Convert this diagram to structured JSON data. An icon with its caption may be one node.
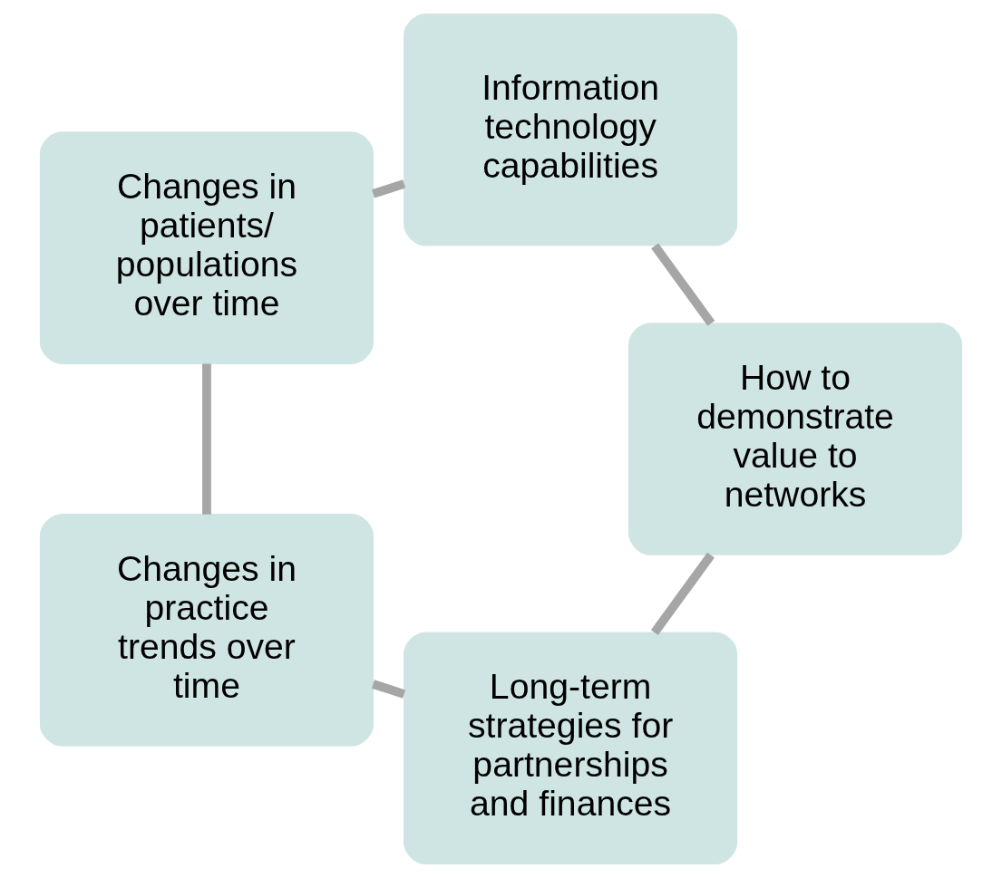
{
  "diagram": {
    "nodes": [
      {
        "text": [
          "Long-term strategies for partnerships and finances"
        ]
      },
      {
        "text": [
          "Changes in practice trends over time"
        ]
      },
      {
        "text": [
          "Changes in patients/ populations over time"
        ]
      },
      {
        "text": [
          "Information technology capabilities"
        ]
      },
      {
        "text": [
          "How to demonstrate value to networks"
        ]
      }
    ],
    "edges": [
      {
        "from": 0,
        "to": 1,
        "arrow": "none"
      },
      {
        "from": 1,
        "to": 2,
        "arrow": "none"
      },
      {
        "from": 2,
        "to": 3,
        "arrow": "none"
      },
      {
        "from": 3,
        "to": 4,
        "arrow": "none"
      },
      {
        "from": 4,
        "to": 0,
        "arrow": "none"
      }
    ]
  }
}
